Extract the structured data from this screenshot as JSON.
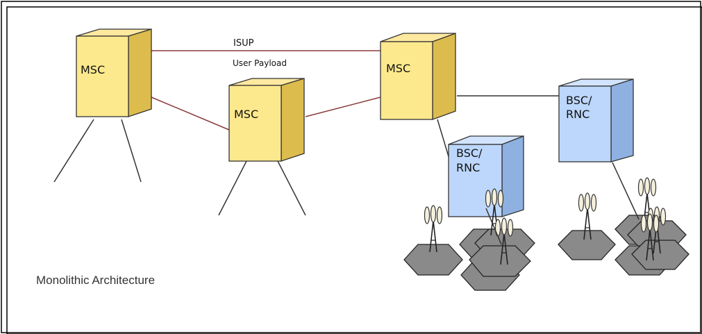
{
  "diagram": {
    "caption": "Monolithic Architecture",
    "link_labels": {
      "signaling": "ISUP",
      "payload": "User Payload"
    },
    "nodes": {
      "msc_left": {
        "label": "MSC"
      },
      "msc_middle": {
        "label": "MSC"
      },
      "msc_right": {
        "label": "MSC"
      },
      "bsc_front": {
        "line1": "BSC/",
        "line2": "RNC"
      },
      "bsc_back": {
        "line1": "BSC/",
        "line2": "RNC"
      }
    },
    "colors": {
      "msc_fill": "#fde98d",
      "bsc_fill": "#bcd7fb",
      "cell_fill": "#8a8a8a",
      "trunk_line": "#8b3a3a",
      "link_line": "#333333",
      "frame": "#000000"
    }
  }
}
